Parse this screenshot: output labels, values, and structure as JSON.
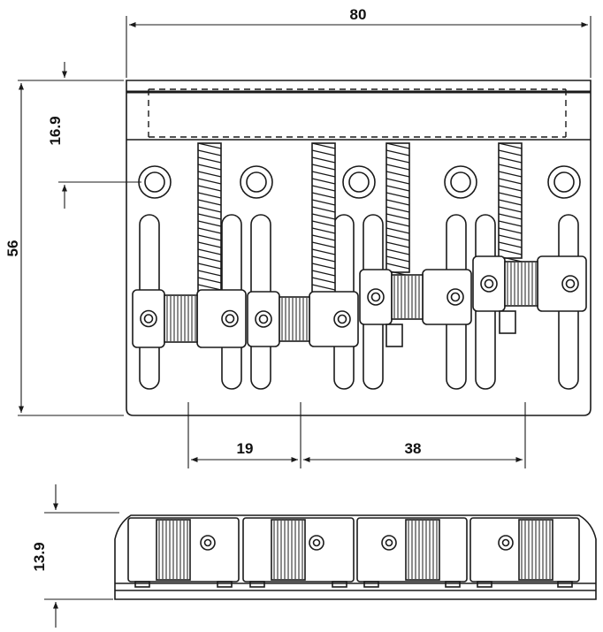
{
  "dimensions": {
    "width": "80",
    "height": "56",
    "hole_offset": "16.9",
    "string_pitch": "19",
    "span": "38",
    "side_height": "13.9"
  },
  "colors": {
    "line": "#1a1a1a",
    "fill": "#ffffff"
  }
}
